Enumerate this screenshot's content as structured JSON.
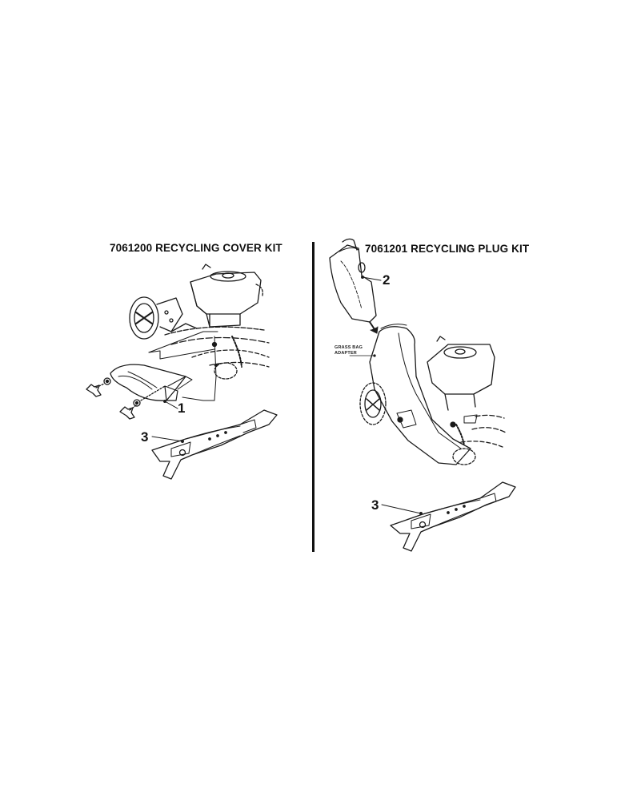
{
  "document": {
    "panels": [
      {
        "id": "left",
        "title": "7061200 RECYCLING COVER KIT",
        "callouts": [
          {
            "number": "1",
            "part": "recycling-cover"
          },
          {
            "number": "3",
            "part": "blade"
          }
        ]
      },
      {
        "id": "right",
        "title": "7061201 RECYCLING PLUG KIT",
        "labels": {
          "grass_bag_line1": "GRASS BAG",
          "grass_bag_line2": "ADAPTER"
        },
        "callouts": [
          {
            "number": "2",
            "part": "recycling-plug"
          },
          {
            "number": "3",
            "part": "blade"
          }
        ]
      }
    ]
  }
}
